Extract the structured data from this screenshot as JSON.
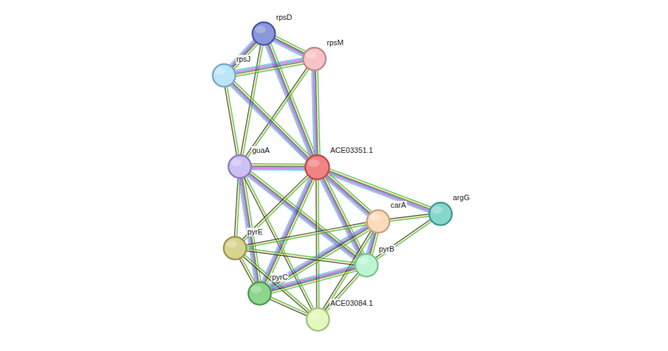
{
  "diagram": {
    "nodes": [
      {
        "text": [
          "rpsD"
        ]
      },
      {
        "text": [
          "rpsM"
        ]
      },
      {
        "text": [
          "rpsJ"
        ]
      },
      {
        "text": [
          "guaA"
        ]
      },
      {
        "text": [
          "ACE03351.1"
        ]
      },
      {
        "text": [
          "argG"
        ]
      },
      {
        "text": [
          "carA"
        ]
      },
      {
        "text": [
          "pyrE"
        ]
      },
      {
        "text": [
          "pyrB"
        ]
      },
      {
        "text": [
          "pyrC"
        ]
      },
      {
        "text": [
          "ACE03084.1"
        ]
      }
    ],
    "edges": [
      {
        "from": 0,
        "to": 1,
        "arrow": "none"
      },
      {
        "from": 0,
        "to": 2,
        "arrow": "none"
      },
      {
        "from": 0,
        "to": 3,
        "arrow": "none"
      },
      {
        "from": 0,
        "to": 4,
        "arrow": "none"
      },
      {
        "from": 1,
        "to": 2,
        "arrow": "none"
      },
      {
        "from": 1,
        "to": 3,
        "arrow": "none"
      },
      {
        "from": 1,
        "to": 4,
        "arrow": "none"
      },
      {
        "from": 2,
        "to": 3,
        "arrow": "none"
      },
      {
        "from": 2,
        "to": 4,
        "arrow": "none"
      },
      {
        "from": 3,
        "to": 4,
        "arrow": "none"
      },
      {
        "from": 3,
        "to": 7,
        "arrow": "none"
      },
      {
        "from": 3,
        "to": 9,
        "arrow": "none"
      },
      {
        "from": 3,
        "to": 8,
        "arrow": "none"
      },
      {
        "from": 3,
        "to": 10,
        "arrow": "none"
      },
      {
        "from": 4,
        "to": 5,
        "arrow": "none"
      },
      {
        "from": 4,
        "to": 6,
        "arrow": "none"
      },
      {
        "from": 4,
        "to": 7,
        "arrow": "none"
      },
      {
        "from": 4,
        "to": 8,
        "arrow": "none"
      },
      {
        "from": 4,
        "to": 9,
        "arrow": "none"
      },
      {
        "from": 4,
        "to": 10,
        "arrow": "none"
      },
      {
        "from": 5,
        "to": 6,
        "arrow": "none"
      },
      {
        "from": 5,
        "to": 8,
        "arrow": "none"
      },
      {
        "from": 6,
        "to": 8,
        "arrow": "none"
      },
      {
        "from": 6,
        "to": 7,
        "arrow": "none"
      },
      {
        "from": 6,
        "to": 9,
        "arrow": "none"
      },
      {
        "from": 6,
        "to": 10,
        "arrow": "none"
      },
      {
        "from": 7,
        "to": 8,
        "arrow": "none"
      },
      {
        "from": 7,
        "to": 9,
        "arrow": "none"
      },
      {
        "from": 7,
        "to": 10,
        "arrow": "none"
      },
      {
        "from": 8,
        "to": 9,
        "arrow": "none"
      },
      {
        "from": 8,
        "to": 10,
        "arrow": "none"
      },
      {
        "from": 9,
        "to": 10,
        "arrow": "none"
      }
    ]
  }
}
